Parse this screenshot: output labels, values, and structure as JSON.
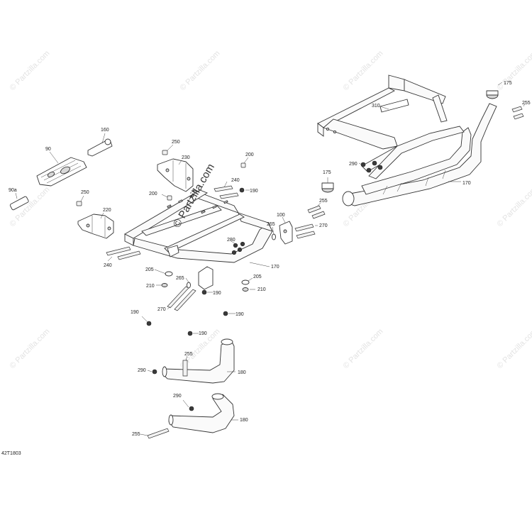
{
  "watermark": {
    "text": "© Partzilla.com",
    "center_text": "© Partzilla.com"
  },
  "diagram_ref": "42T1803",
  "callouts": {
    "c90a": "90a",
    "c90": "90",
    "c160": "160",
    "c250a": "250",
    "c230": "230",
    "c200a": "200",
    "c250b": "250",
    "c200b": "200",
    "c220": "220",
    "c240a": "240",
    "c190a": "190",
    "c240b": "240",
    "c100": "100",
    "c265a": "265",
    "c280": "280",
    "c170a": "170",
    "c205a": "205",
    "c210a": "210",
    "c265b": "265",
    "c270a": "270",
    "c190b": "190",
    "c205b": "205",
    "c210b": "210",
    "c190c": "190",
    "c190d": "190",
    "c190e": "190",
    "c255a": "255",
    "c290a": "290",
    "c180a": "180",
    "c290b": "290",
    "c180b": "180",
    "c255b": "255",
    "c310": "310",
    "c175a": "175",
    "c255c": "255",
    "c290c": "290",
    "c175b": "175",
    "c170b": "170",
    "c255d": "255",
    "c270b": "270"
  }
}
